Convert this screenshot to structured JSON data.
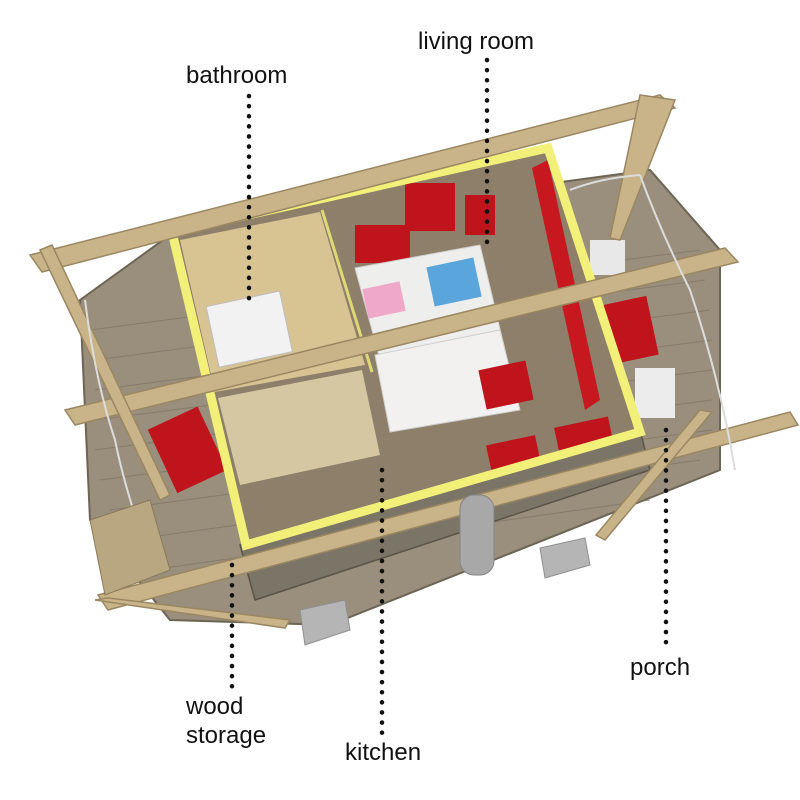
{
  "labels": {
    "bathroom": "bathroom",
    "living_room": "living room",
    "porch": "porch",
    "kitchen": "kitchen",
    "wood_storage_line1": "wood",
    "wood_storage_line2": "storage"
  },
  "colors": {
    "wall_outline": "#f3f07a",
    "accent_red": "#c0141c",
    "floor_wood": "#8f8574",
    "beam_wood": "#c9b48a",
    "leader_dots": "#111111"
  }
}
